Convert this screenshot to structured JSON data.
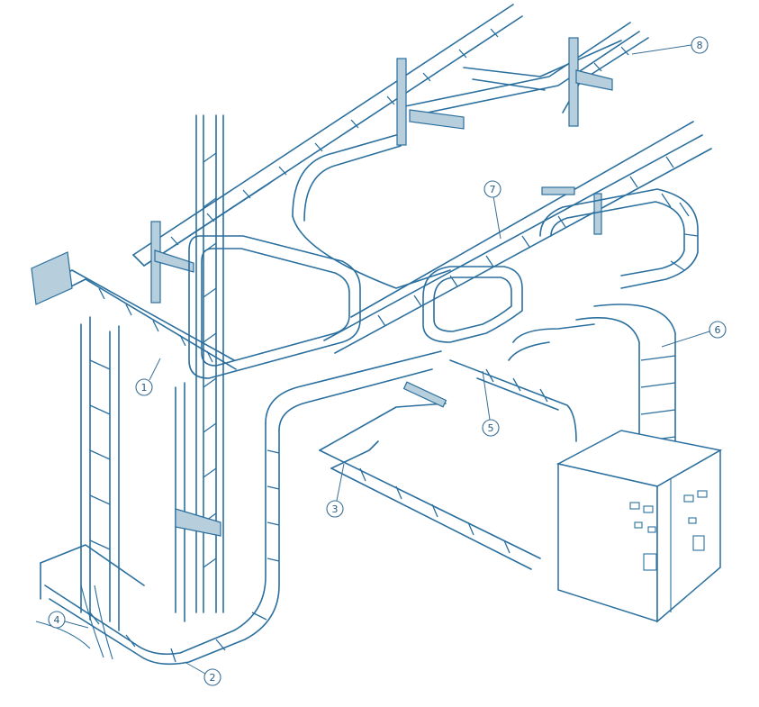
{
  "colors": {
    "line": "#2a6f9e",
    "support": "#b7cfdd",
    "background": "#ffffff"
  },
  "callouts": [
    {
      "number": "1"
    },
    {
      "number": "2"
    },
    {
      "number": "3"
    },
    {
      "number": "4"
    },
    {
      "number": "5"
    },
    {
      "number": "6"
    },
    {
      "number": "7"
    },
    {
      "number": "8"
    }
  ]
}
